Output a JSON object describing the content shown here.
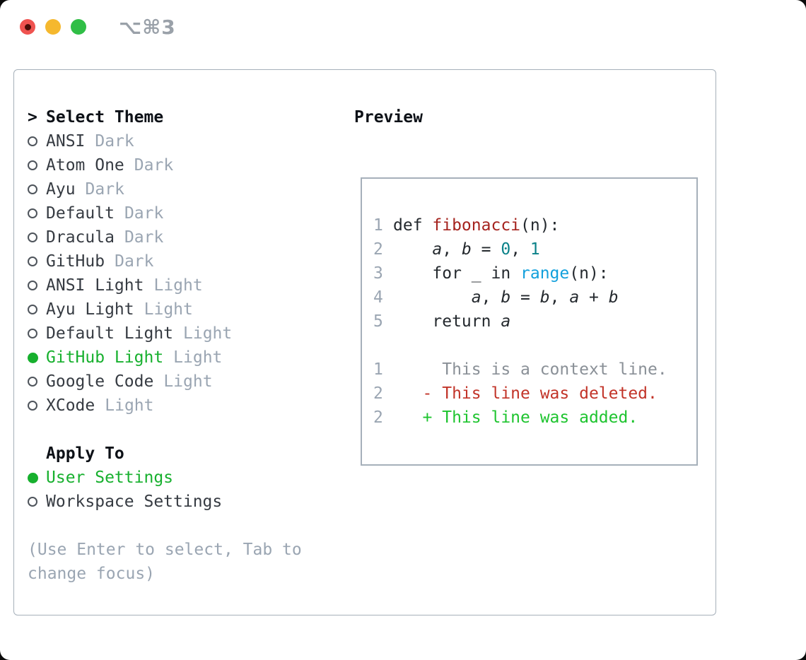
{
  "window": {
    "shortcut": "⌥⌘3"
  },
  "colors": {
    "accent_green": "#17b02e",
    "added_green": "#1ec42f",
    "deleted_red": "#c23429",
    "function_red": "#a5231e",
    "number_teal": "#0b8289",
    "builtin_blue": "#12a0dc",
    "context_gray": "#8a9097",
    "muted_gray": "#9aa5b2",
    "titlebar_red": "#ef5350",
    "titlebar_yellow": "#f5b82e",
    "titlebar_green": "#30be46",
    "border_gray": "#a6b0ba"
  },
  "theme_panel": {
    "prompt": ">",
    "title": "Select Theme",
    "themes": [
      {
        "name": "ANSI",
        "tag": "Dark",
        "selected": false
      },
      {
        "name": "Atom One",
        "tag": "Dark",
        "selected": false
      },
      {
        "name": "Ayu",
        "tag": "Dark",
        "selected": false
      },
      {
        "name": "Default",
        "tag": "Dark",
        "selected": false
      },
      {
        "name": "Dracula",
        "tag": "Dark",
        "selected": false
      },
      {
        "name": "GitHub",
        "tag": "Dark",
        "selected": false
      },
      {
        "name": "ANSI Light",
        "tag": "Light",
        "selected": false
      },
      {
        "name": "Ayu Light",
        "tag": "Light",
        "selected": false
      },
      {
        "name": "Default Light",
        "tag": "Light",
        "selected": false
      },
      {
        "name": "GitHub Light",
        "tag": "Light",
        "selected": true
      },
      {
        "name": "Google Code",
        "tag": "Light",
        "selected": false
      },
      {
        "name": "XCode",
        "tag": "Light",
        "selected": false
      }
    ],
    "apply_to": {
      "label": "Apply To",
      "options": [
        {
          "name": "User Settings",
          "selected": true
        },
        {
          "name": "Workspace Settings",
          "selected": false
        }
      ]
    },
    "help": [
      "(Use Enter to select, Tab to",
      "change focus)"
    ]
  },
  "preview": {
    "title": "Preview",
    "code": [
      {
        "num": "1",
        "tokens": [
          {
            "t": "def ",
            "s": "plain"
          },
          {
            "t": "fibonacci",
            "s": "func"
          },
          {
            "t": "(n):",
            "s": "plain"
          }
        ]
      },
      {
        "num": "2",
        "tokens": [
          {
            "t": "    ",
            "s": "plain"
          },
          {
            "t": "a",
            "s": "var"
          },
          {
            "t": ", ",
            "s": "plain"
          },
          {
            "t": "b",
            "s": "var"
          },
          {
            "t": " = ",
            "s": "plain"
          },
          {
            "t": "0",
            "s": "num"
          },
          {
            "t": ", ",
            "s": "plain"
          },
          {
            "t": "1",
            "s": "num"
          }
        ]
      },
      {
        "num": "3",
        "tokens": [
          {
            "t": "    for _ in ",
            "s": "plain"
          },
          {
            "t": "range",
            "s": "builtin"
          },
          {
            "t": "(n):",
            "s": "plain"
          }
        ]
      },
      {
        "num": "4",
        "tokens": [
          {
            "t": "        ",
            "s": "plain"
          },
          {
            "t": "a",
            "s": "var"
          },
          {
            "t": ", ",
            "s": "plain"
          },
          {
            "t": "b",
            "s": "var"
          },
          {
            "t": " = ",
            "s": "plain"
          },
          {
            "t": "b",
            "s": "var"
          },
          {
            "t": ", ",
            "s": "plain"
          },
          {
            "t": "a",
            "s": "var"
          },
          {
            "t": " + ",
            "s": "plain"
          },
          {
            "t": "b",
            "s": "var"
          }
        ]
      },
      {
        "num": "5",
        "tokens": [
          {
            "t": "    return ",
            "s": "plain"
          },
          {
            "t": "a",
            "s": "var"
          }
        ]
      }
    ],
    "diff": [
      {
        "num": "1",
        "body": "     This is a context line.",
        "kind": "context"
      },
      {
        "num": "2",
        "body": "   - This line was deleted.",
        "kind": "deleted"
      },
      {
        "num": "2",
        "body": "   + This line was added.",
        "kind": "added"
      }
    ]
  }
}
